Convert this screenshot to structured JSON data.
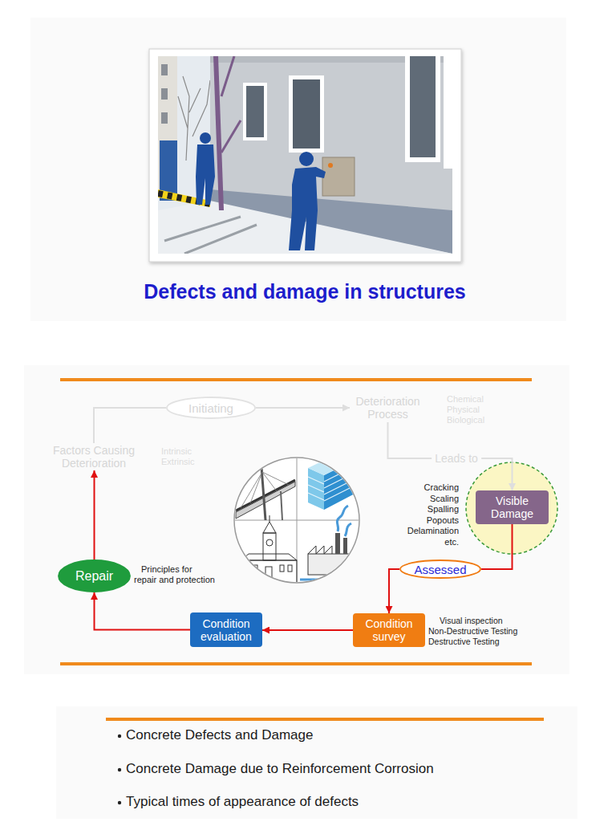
{
  "diagram": {
    "title": "Defects and damage in structures",
    "nodes": [
      {
        "text": [
          "Factors Causing Deterioration"
        ]
      },
      {
        "text": [
          "Initiating"
        ]
      },
      {
        "text": [
          "Deterioration Process"
        ]
      },
      {
        "text": [
          "Visible Damage"
        ]
      },
      {
        "text": [
          "Assessed"
        ]
      },
      {
        "text": [
          "Condition survey"
        ]
      },
      {
        "text": [
          "Condition evaluation"
        ]
      },
      {
        "text": [
          "Repair"
        ]
      }
    ],
    "edges": [
      {
        "from": 0,
        "to": 1,
        "arrow": "none"
      },
      {
        "from": 1,
        "to": 2,
        "arrow": "to"
      },
      {
        "from": 2,
        "to": 3,
        "label": "Leads to",
        "arrow": "to"
      },
      {
        "from": 3,
        "to": 4,
        "arrow": "none"
      },
      {
        "from": 4,
        "to": 5,
        "arrow": "to"
      },
      {
        "from": 5,
        "to": 6,
        "arrow": "to"
      },
      {
        "from": 6,
        "to": 7,
        "arrow": "to"
      },
      {
        "from": 7,
        "to": 0,
        "arrow": "to"
      }
    ],
    "labels": [
      "Chemical Physical Biological",
      "Intrinsic Extrinsic",
      "Cracking Scaling Spalling Popouts Delamination etc.",
      "Principles for repair and protection",
      "Visual inspection Non-Destructive Testing Destructive Testing",
      "Concrete Defects and Damage",
      "Concrete Damage due to Reinforcement Corrosion",
      "Typical times of appearance of defects"
    ]
  }
}
